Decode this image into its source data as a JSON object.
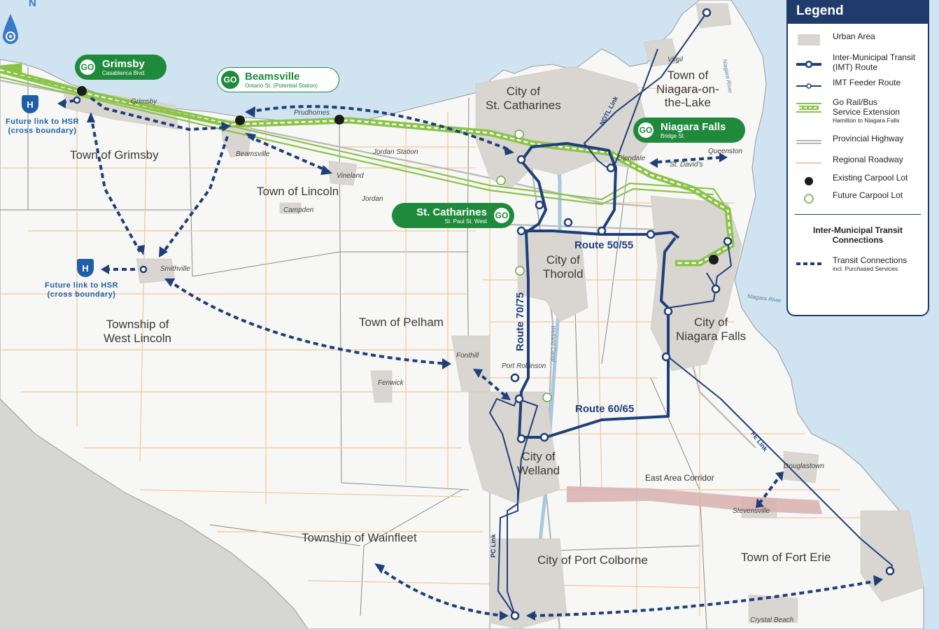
{
  "compass": {
    "label": "N"
  },
  "municipalities": [
    {
      "name": "Town of Grimsby"
    },
    {
      "name": "Town of Lincoln"
    },
    {
      "name": "City of\nSt. Catharines"
    },
    {
      "name": "Town of\nNiagara-on-\nthe-Lake"
    },
    {
      "name": "Township of\nWest Lincoln"
    },
    {
      "name": "Town of Pelham"
    },
    {
      "name": "City of\nThorold"
    },
    {
      "name": "City of\nNiagara Falls"
    },
    {
      "name": "City of\nWelland"
    },
    {
      "name": "Township of Wainfleet"
    },
    {
      "name": "City of Port Colborne"
    },
    {
      "name": "Town of Fort Erie"
    }
  ],
  "places": [
    "Grimsby",
    "Prudhomes",
    "Beamsville",
    "Jordan Station",
    "Vineland",
    "Jordan",
    "Campden",
    "Smithville",
    "Virgil",
    "Glendale",
    "Queenston",
    "St. David's",
    "Fonthill",
    "Fenwick",
    "Port Robinson",
    "Douglastown",
    "Stevensville",
    "Crystal Beach"
  ],
  "rivers": [
    "Niagara River",
    "Welland Canal",
    "Niagara River"
  ],
  "stations": [
    {
      "name": "Grimsby",
      "sub": "Casablanca Blvd.",
      "style": "filled"
    },
    {
      "name": "Beamsville",
      "sub": "Ontario St. (Potential Station)",
      "style": "outline"
    },
    {
      "name": "Niagara Falls",
      "sub": "Bridge St.",
      "style": "filled"
    },
    {
      "name": "St. Catharines",
      "sub": "St. Paul St. West",
      "style": "filled"
    }
  ],
  "routes": {
    "r5055": "Route 50/55",
    "r7075": "Route 70/75",
    "r6065": "Route 60/65",
    "notl": "NOTL Link",
    "fe": "FE Link",
    "pc": "PC Link"
  },
  "corridor": "East Area Corridor",
  "hsr_links": [
    {
      "text": "Future link to HSR\n(cross boundary)",
      "icon": "hsr-icon"
    },
    {
      "text": "Future link to HSR\n(cross boundary)",
      "icon": "hsr-icon"
    }
  ],
  "legend": {
    "title": "Legend",
    "items": [
      {
        "label": "Urban Area"
      },
      {
        "label": "Inter-Municipal Transit\n(IMT) Route"
      },
      {
        "label": "IMT Feeder Route"
      },
      {
        "label": "Go Rail/Bus\nService Extension",
        "small": "Hamilton to Niagara Falls"
      },
      {
        "label": "Provincial Highway"
      },
      {
        "label": "Regional Roadway"
      },
      {
        "label": "Existing Carpool Lot"
      },
      {
        "label": "Future Carpool Lot"
      }
    ],
    "section_title": "Inter-Municipal Transit\nConnections",
    "section_item": {
      "label": "Transit Connections",
      "small": "incl. Purchased Services"
    }
  },
  "colors": {
    "water": "#cfe3f1",
    "land": "#f7f7f5",
    "urban": "#d9d6d1",
    "imt": "#1f3f7a",
    "go": "#8bc34a",
    "go_dark": "#1f8a3c",
    "regional": "#f2c79a",
    "highway": "#bdbdbd",
    "corridor": "#d8b4b4"
  }
}
